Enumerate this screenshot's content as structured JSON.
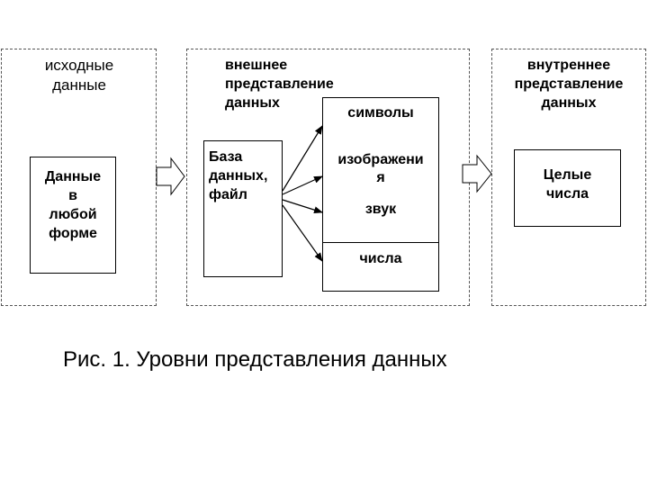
{
  "sections": {
    "source": {
      "title": "исходные\nданные",
      "box_text": "Данные\nв\nлюбой\nформе"
    },
    "external": {
      "title": "внешнее\nпредставление\nданных",
      "db_text": "База\nданных,\nфайл",
      "types": [
        "символы",
        "изображени\nя",
        "звук",
        "числа"
      ]
    },
    "internal": {
      "title": "внутреннее\nпредставление\nданных",
      "box_text": "Целые\nчисла"
    }
  },
  "caption": "Рис. 1. Уровни представления данных"
}
